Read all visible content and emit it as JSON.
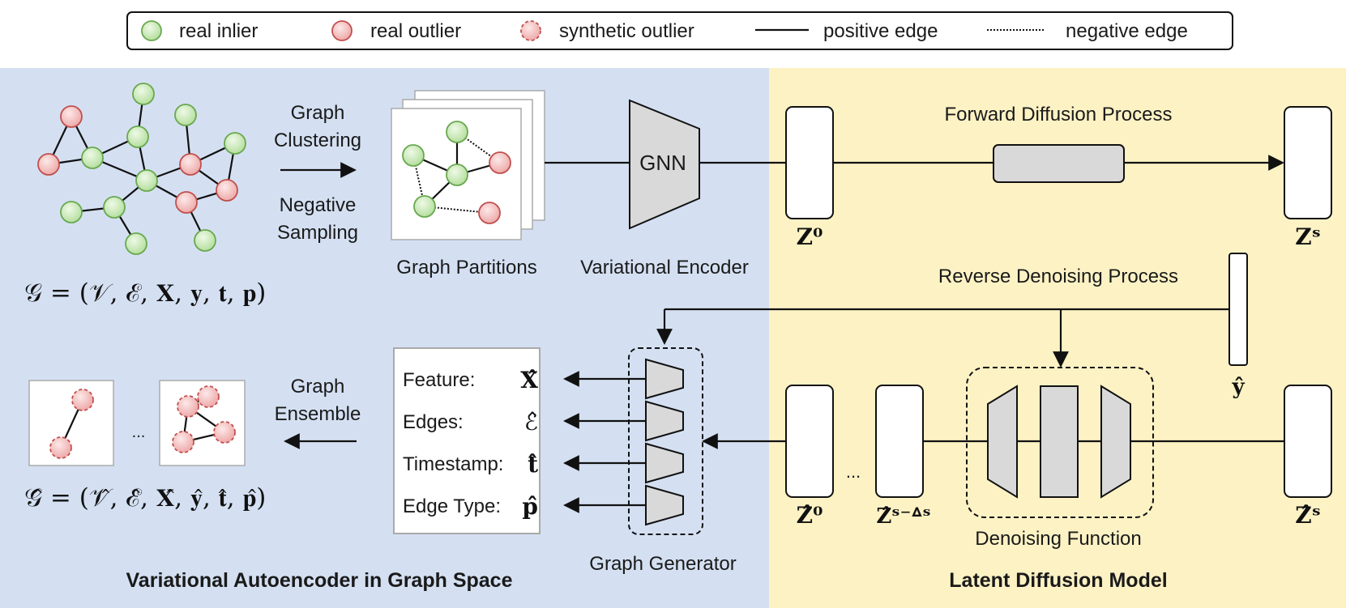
{
  "legend": {
    "real_inlier": "real inlier",
    "real_outlier": "real outlier",
    "synthetic_outlier": "synthetic outlier",
    "positive_edge": "positive edge",
    "negative_edge": "negative edge"
  },
  "colors": {
    "vae_panel": "#d4e0f2",
    "ldm_panel": "#fdf2c4",
    "inlier_fill": "#c9e8b8",
    "inlier_stroke": "#6aa84f",
    "outlier_fill": "#f4c7c7",
    "outlier_stroke": "#c0504d",
    "block_fill": "#d9d9d9"
  },
  "left": {
    "clustering_line1": "Graph",
    "clustering_line2": "Clustering",
    "sampling_line1": "Negative",
    "sampling_line2": "Sampling",
    "graph_formula": "𝒢 = (𝒱, ℰ, 𝐗, 𝐲, 𝐭, 𝐩)",
    "partitions_label": "Graph Partitions",
    "encoder_label": "Variational Encoder",
    "gnn_label": "GNN",
    "ensemble_line1": "Graph",
    "ensemble_line2": "Ensemble",
    "ellipsis": "...",
    "gen_formula": "𝒢̂ = (𝒱̂, ℰ̂, 𝐗̂, 𝐲̂, 𝐭̂, 𝐩̂)",
    "generator_label": "Graph Generator",
    "outputs": [
      {
        "label": "Feature:",
        "symbol": "𝐗̂"
      },
      {
        "label": "Edges:",
        "symbol": "ℰ̂"
      },
      {
        "label": "Timestamp:",
        "symbol": "𝐭̂"
      },
      {
        "label": "Edge Type:",
        "symbol": "𝐩̂"
      }
    ],
    "panel_title": "Variational Autoencoder in Graph Space"
  },
  "right": {
    "forward_label": "Forward Diffusion Process",
    "reverse_label": "Reverse Denoising Process",
    "z0": "𝐙⁰",
    "zS": "𝐙ˢ",
    "y_hat": "𝐲̂",
    "zhat0": "𝐙̂⁰",
    "zhat_mid": "𝐙̂ˢ⁻ᐞˢ",
    "zhatS": "𝐙̂ˢ",
    "ellipsis": "...",
    "denoise_label": "Denoising Function",
    "panel_title": "Latent Diffusion Model"
  }
}
